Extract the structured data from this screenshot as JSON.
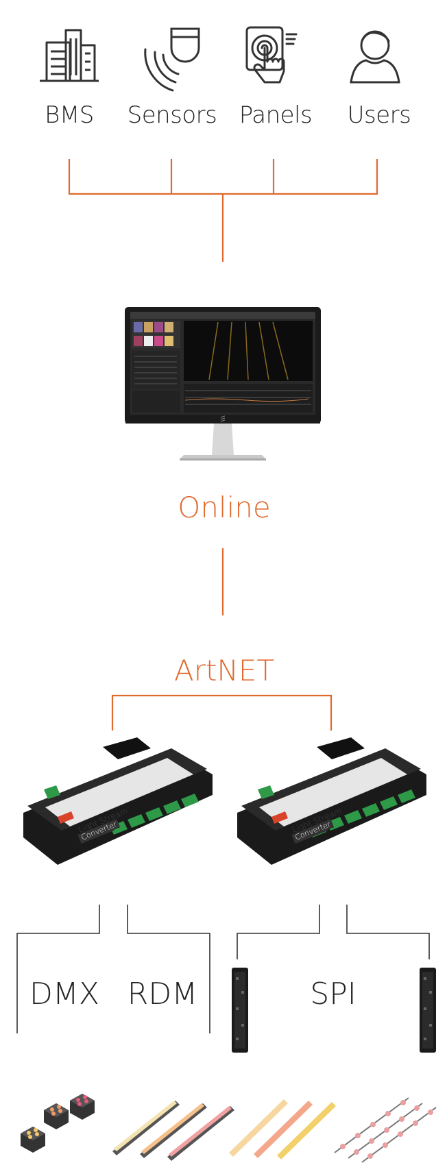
{
  "inputs": {
    "bms": "BMS",
    "sensors": "Sensors",
    "panels": "Panels",
    "users": "Users"
  },
  "server": "Online",
  "protocol": "ArtNET",
  "controller_label": "Light Stream",
  "controller_sublabel": "Converter",
  "outputs": {
    "dmx": "DMX",
    "rdm": "RDM",
    "spi": "SPI"
  },
  "colors": {
    "accent": "#e0692e",
    "line_dark": "#333333",
    "text": "#222222"
  }
}
